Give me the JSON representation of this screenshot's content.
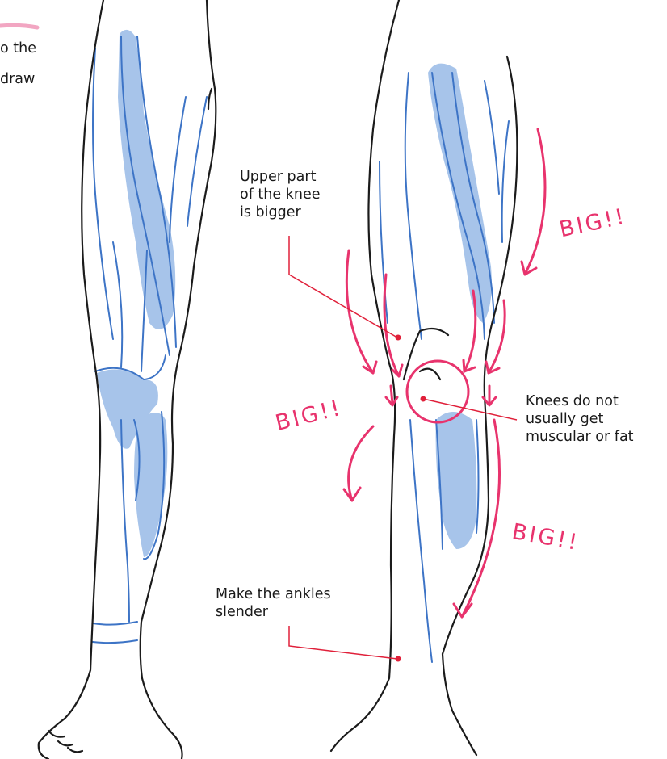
{
  "left_cutoff_text": {
    "line1": "o the",
    "line2": "draw"
  },
  "annotations": {
    "upper_knee": [
      "Upper part",
      "of the knee",
      "is bigger"
    ],
    "knees": [
      "Knees do not",
      "usually get",
      "muscular or fat"
    ],
    "ankles": [
      "Make the ankles",
      "slender"
    ]
  },
  "big_labels": {
    "right_thigh": "BIG!!",
    "left_calf": "BIG!!",
    "right_calf": "BIG!!"
  },
  "colors": {
    "outline": "#1b1b1b",
    "muscle_line": "#3d74c6",
    "muscle_fill": "#a7c4ea",
    "accent": "#e8336d",
    "leader": "#e0203a",
    "pink_bar": "#f2a6c2"
  }
}
